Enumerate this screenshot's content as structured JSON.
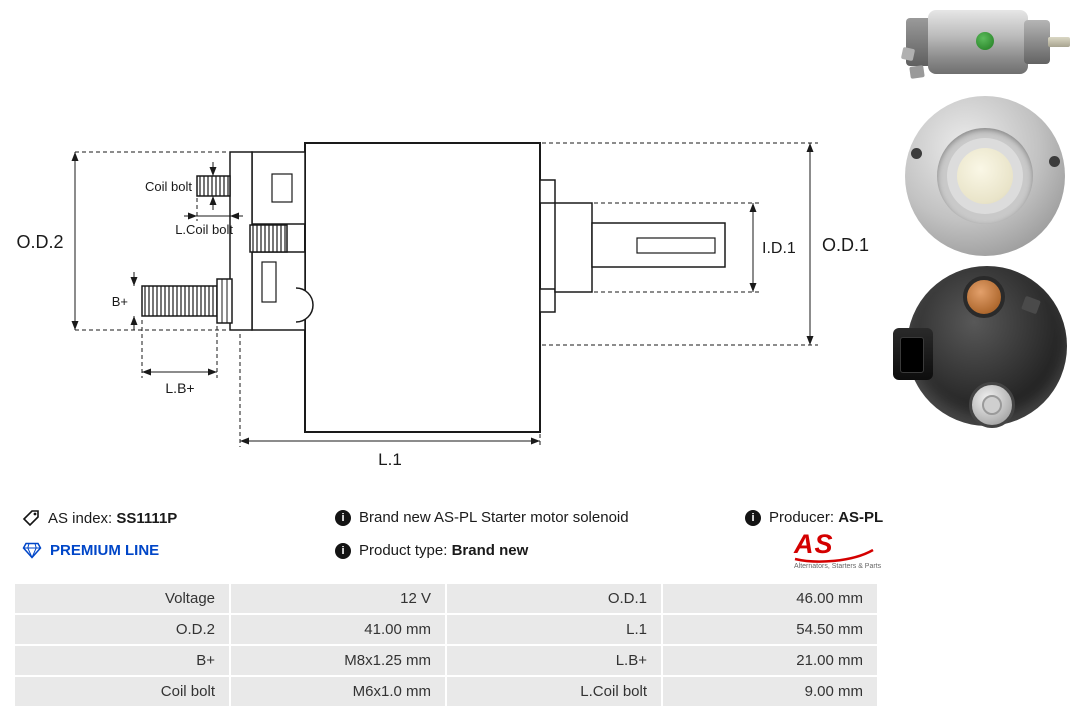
{
  "drawing": {
    "od2": "O.D.2",
    "coil_bolt": "Coil bolt",
    "l_coil_bolt": "L.Coil bolt",
    "b_plus": "B+",
    "l_b_plus": "L.B+",
    "l1": "L.1",
    "id1": "I.D.1",
    "od1": "O.D.1"
  },
  "info": {
    "as_index_label": "AS index:",
    "as_index_value": "SS1111P",
    "premium_line": "PREMIUM LINE",
    "description": "Brand new AS-PL Starter motor solenoid",
    "product_type_label": "Product type:",
    "product_type_value": "Brand new",
    "producer_label": "Producer:",
    "producer_value": "AS-PL",
    "logo": {
      "text": "AS",
      "subtext": "Alternators, Starters & Parts"
    }
  },
  "icons": {
    "info_glyph": "i"
  },
  "spec_table": {
    "rows": [
      [
        "Voltage",
        "12 V",
        "O.D.1",
        "46.00 mm"
      ],
      [
        "O.D.2",
        "41.00 mm",
        "L.1",
        "54.50 mm"
      ],
      [
        "B+",
        "M8x1.25 mm",
        "L.B+",
        "21.00 mm"
      ],
      [
        "Coil bolt",
        "M6x1.0 mm",
        "L.Coil bolt",
        "9.00 mm"
      ]
    ]
  },
  "colors": {
    "accent_blue": "#0046c8",
    "logo_red": "#d40000",
    "table_cell_bg": "#e9e9e9",
    "text": "#1a1a1a"
  }
}
